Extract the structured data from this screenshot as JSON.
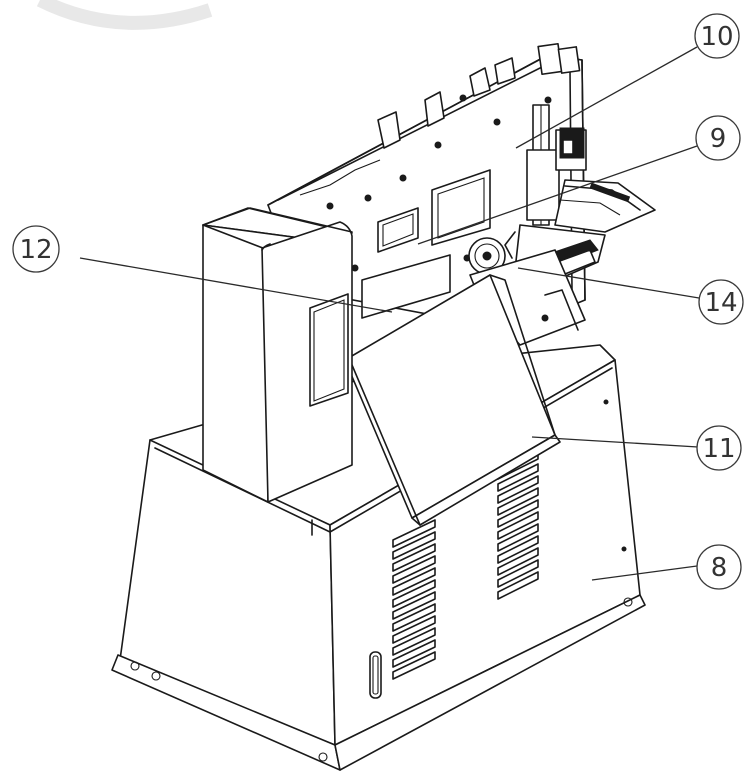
{
  "callouts": [
    {
      "id": "c10",
      "label": "10"
    },
    {
      "id": "c9",
      "label": "9"
    },
    {
      "id": "c12",
      "label": "12"
    },
    {
      "id": "c14",
      "label": "14"
    },
    {
      "id": "c11",
      "label": "11"
    },
    {
      "id": "c8",
      "label": "8"
    }
  ],
  "colors": {
    "line": "#1a1a1a",
    "background": "#ffffff"
  }
}
